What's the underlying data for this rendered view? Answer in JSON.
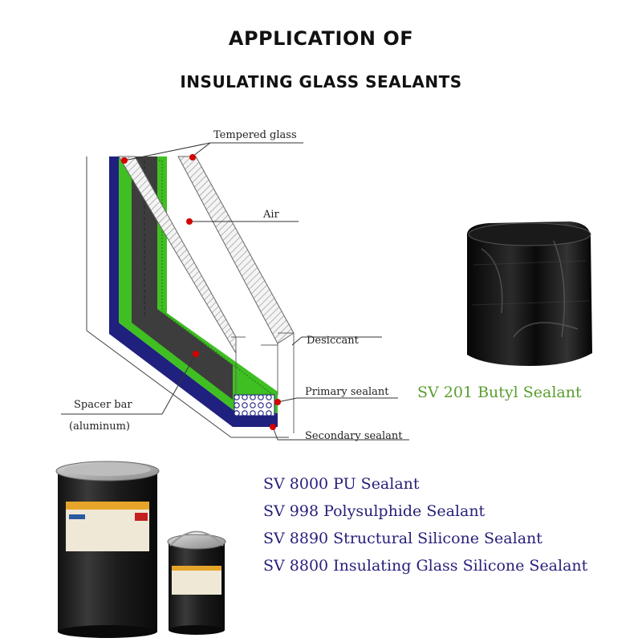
{
  "title": {
    "line1": "APPLICATION OF",
    "line2": "INSULATING GLASS SEALANTS"
  },
  "diagram": {
    "labels": {
      "tempered_glass": "Tempered glass",
      "air": "Air",
      "desiccant": "Desiccant",
      "primary_sealant": "Primary sealant",
      "secondary_sealant": "Secondary sealant",
      "spacer_bar": "Spacer bar",
      "spacer_material": "(aluminum)"
    },
    "colors": {
      "spacer_green": "#3fbf22",
      "sealant_blue": "#20207f",
      "dark_gray": "#3d3d3d",
      "marker_red": "#d40000"
    }
  },
  "butyl": {
    "label": "SV 201 Butyl Sealant",
    "color": "#5a9e2f"
  },
  "products": [
    "SV 8000 PU Sealant",
    "SV 998 Polysulphide Sealant",
    "SV 8890 Structural Silicone Sealant",
    "SV 8800 Insulating Glass Silicone Sealant"
  ],
  "products_color": "#27207a"
}
